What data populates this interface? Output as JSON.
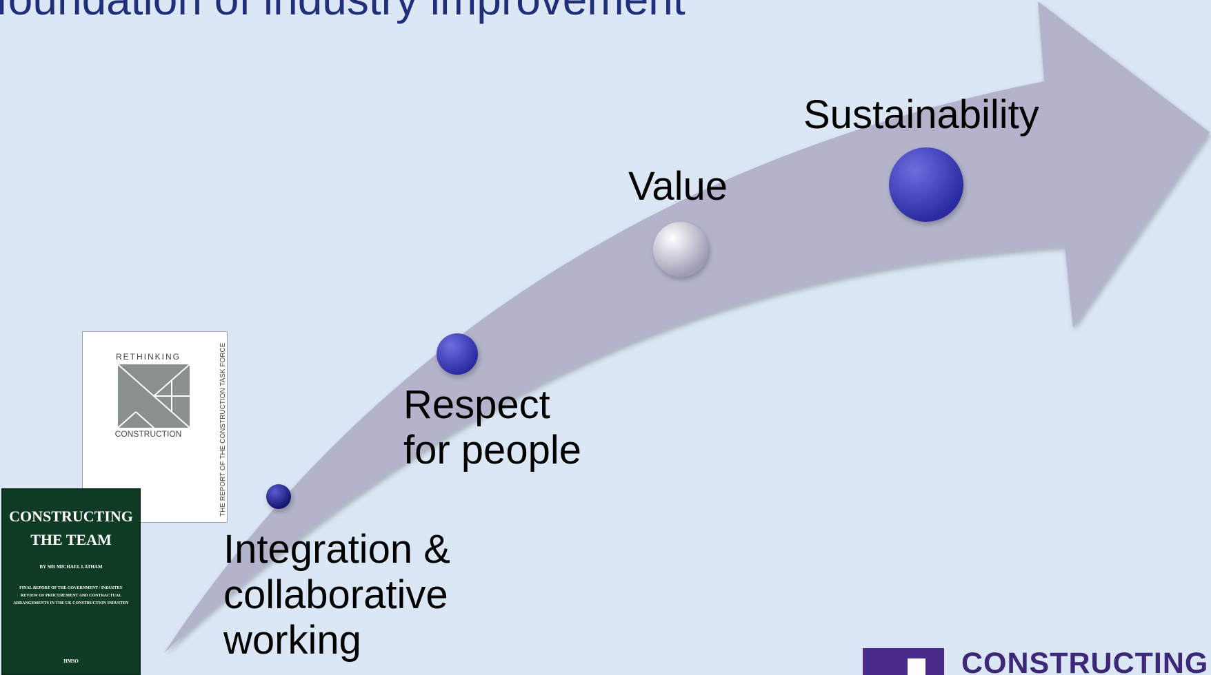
{
  "slide": {
    "title": "foundation of industry improvement"
  },
  "milestones": [
    {
      "id": "integration",
      "lines": [
        "Integration &",
        "collaborative",
        "working"
      ],
      "dot_color": "#1e1e8c"
    },
    {
      "id": "respect",
      "lines": [
        "Respect",
        "for people"
      ],
      "dot_color": "#3d3dbb"
    },
    {
      "id": "value",
      "lines": [
        "Value"
      ],
      "dot_color": "#c9c9d6"
    },
    {
      "id": "sustainability",
      "lines": [
        "Sustainability"
      ],
      "dot_color": "#3d3dbb"
    }
  ],
  "covers": {
    "rethinking": {
      "top_text": "RETHINKING",
      "bottom_text": "CONSTRUCTION",
      "side_text": "THE REPORT OF THE CONSTRUCTION TASK FORCE"
    },
    "team": {
      "title_line1": "CONSTRUCTING",
      "title_line2": "THE TEAM",
      "author": "BY SIR MICHAEL LATHAM",
      "subtitle": "FINAL REPORT OF THE GOVERNMENT / INDUSTRY REVIEW OF PROCUREMENT AND CONTRACTUAL ARRANGEMENTS IN THE UK CONSTRUCTION INDUSTRY",
      "publisher": "HMSO"
    }
  },
  "logo": {
    "text": "CONSTRUCTING"
  },
  "colors": {
    "background": "#dce7f5",
    "arrow": "#b3b4cb",
    "title": "#1f2f7a"
  }
}
